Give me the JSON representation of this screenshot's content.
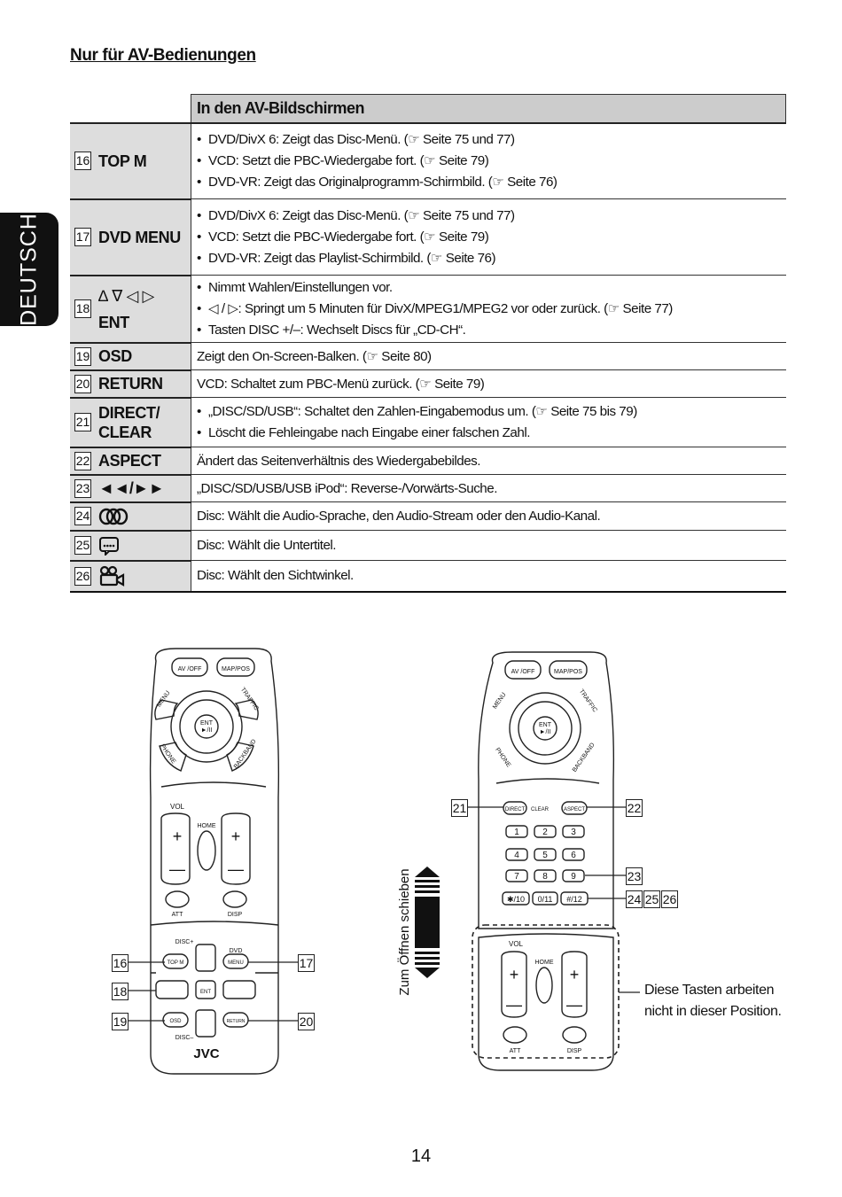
{
  "section_title": "Nur für AV-Bedienungen",
  "language_tab": "DEUTSCH",
  "table": {
    "header": "In den AV-Bildschirmen",
    "rows": [
      {
        "num": "16",
        "key": "TOP M",
        "lines": [
          "DVD/DivX 6: Zeigt das Disc-Menü. (☞ Seite 75 und 77)",
          "VCD: Setzt die PBC-Wiedergabe fort.  (☞ Seite 79)",
          "DVD-VR: Zeigt das Originalprogramm-Schirmbild. (☞ Seite 76)"
        ]
      },
      {
        "num": "17",
        "key": "DVD MENU",
        "lines": [
          "DVD/DivX 6: Zeigt das Disc-Menü. (☞ Seite 75 und 77)",
          "VCD: Setzt die PBC-Wiedergabe fort.  (☞ Seite 79)",
          "DVD-VR: Zeigt das Playlist-Schirmbild. (☞ Seite 76)"
        ]
      },
      {
        "num": "18",
        "key": "∆ ∇ ◁ ▷",
        "key2": "ENT",
        "lines": [
          "Nimmt Wahlen/Einstellungen vor.",
          "◁ / ▷: Springt um 5 Minuten für DivX/MPEG1/MPEG2 vor oder zurück. (☞ Seite 77)",
          "Tasten DISC +/–: Wechselt Discs für „CD-CH“."
        ]
      },
      {
        "num": "19",
        "key": "OSD",
        "text": "Zeigt den On-Screen-Balken. (☞ Seite 80)"
      },
      {
        "num": "20",
        "key": "RETURN",
        "text": "VCD: Schaltet zum PBC-Menü zurück. (☞ Seite 79)"
      },
      {
        "num": "21",
        "key": "DIRECT/",
        "key2": "CLEAR",
        "lines": [
          "„DISC/SD/USB“: Schaltet den Zahlen-Eingabemodus um. (☞ Seite 75 bis 79)",
          "Löscht die Fehleingabe nach Eingabe einer falschen Zahl."
        ]
      },
      {
        "num": "22",
        "key": "ASPECT",
        "text": "Ändert das Seitenverhältnis des Wiedergabebildes."
      },
      {
        "num": "23",
        "key": "◄◄/►►",
        "text": "„DISC/SD/USB/USB iPod“: Reverse-/Vorwärts-Suche."
      },
      {
        "num": "24",
        "icon": "audio-icon",
        "text": "Disc: Wählt die Audio-Sprache, den Audio-Stream oder den Audio-Kanal."
      },
      {
        "num": "25",
        "icon": "subtitle-icon",
        "text": "Disc: Wählt die Untertitel."
      },
      {
        "num": "26",
        "icon": "camera-angle-icon",
        "text": "Disc: Wählt den Sichtwinkel."
      }
    ]
  },
  "remote": {
    "brand": "JVC",
    "labels": {
      "av_off": "AV /OFF",
      "map_pos": "MAP/POS",
      "menu": "MENU",
      "traffic": "TRAFFIC",
      "phone": "PHONE",
      "backband": "BACKBAND",
      "ent": "ENT",
      "play": "►/II",
      "vol": "VOL",
      "home": "HOME",
      "att": "ATT",
      "disp": "DISP",
      "disc_plus": "DISC+",
      "disc_minus": "DISC–",
      "dvd": "DVD",
      "top_m": "TOP M",
      "dvd_menu": "MENU",
      "osd": "OSD",
      "return": "RETURN",
      "direct": "DIRECT",
      "clear": "CLEAR",
      "aspect": "ASPECT",
      "keys": [
        "1",
        "2",
        "3",
        "4",
        "5",
        "6",
        "7",
        "8",
        "9",
        "✱/10",
        "0/11",
        "#/12"
      ]
    },
    "callouts_left": [
      "16",
      "17",
      "18",
      "19",
      "20"
    ],
    "callouts_right": [
      "21",
      "22",
      "23",
      "24",
      "25",
      "26"
    ],
    "slide_label": "Zum Öffnen schieben",
    "note_line1": "Diese Tasten arbeiten",
    "note_line2": "nicht in dieser Position."
  },
  "page_number": "14"
}
